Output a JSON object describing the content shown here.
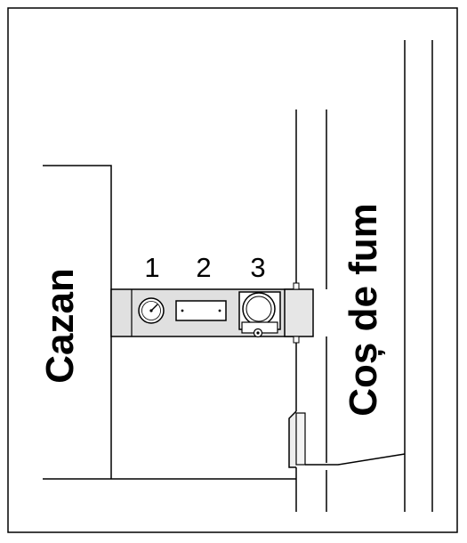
{
  "labels": {
    "boiler": "Cazan",
    "chimney": "Coș de fum"
  },
  "components": [
    {
      "number": "1",
      "icon": "gauge-icon"
    },
    {
      "number": "2",
      "icon": "rectangular-flap-icon"
    },
    {
      "number": "3",
      "icon": "draught-regulator-icon"
    }
  ],
  "colors": {
    "line": "#000000",
    "pipe_fill": "#e0e0e0",
    "component_fill": "#ffffff"
  }
}
